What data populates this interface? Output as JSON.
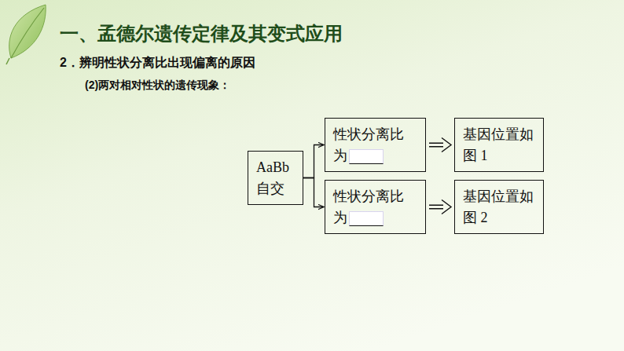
{
  "diagram": {
    "title": "一、孟德尔遗传定律及其变式应用",
    "nodes": [
      {
        "text": [
          "AaBb 自交"
        ]
      },
      {
        "text": [
          "性状分离比为"
        ]
      },
      {
        "text": [
          "基因位置如图 1"
        ]
      },
      {
        "text": [
          "性状分离比为"
        ]
      },
      {
        "text": [
          "基因位置如图 2"
        ]
      }
    ],
    "edges": [
      {
        "from": 0,
        "to": 1,
        "arrow": "to"
      },
      {
        "from": 0,
        "to": 3,
        "arrow": "to"
      },
      {
        "from": 1,
        "to": 2,
        "arrow": "to"
      },
      {
        "from": 3,
        "to": 4,
        "arrow": "to"
      }
    ],
    "labels": [
      "2．辨明性状分离比出现偏离的原因",
      "(2)两对相对性状的遗传现象："
    ]
  }
}
